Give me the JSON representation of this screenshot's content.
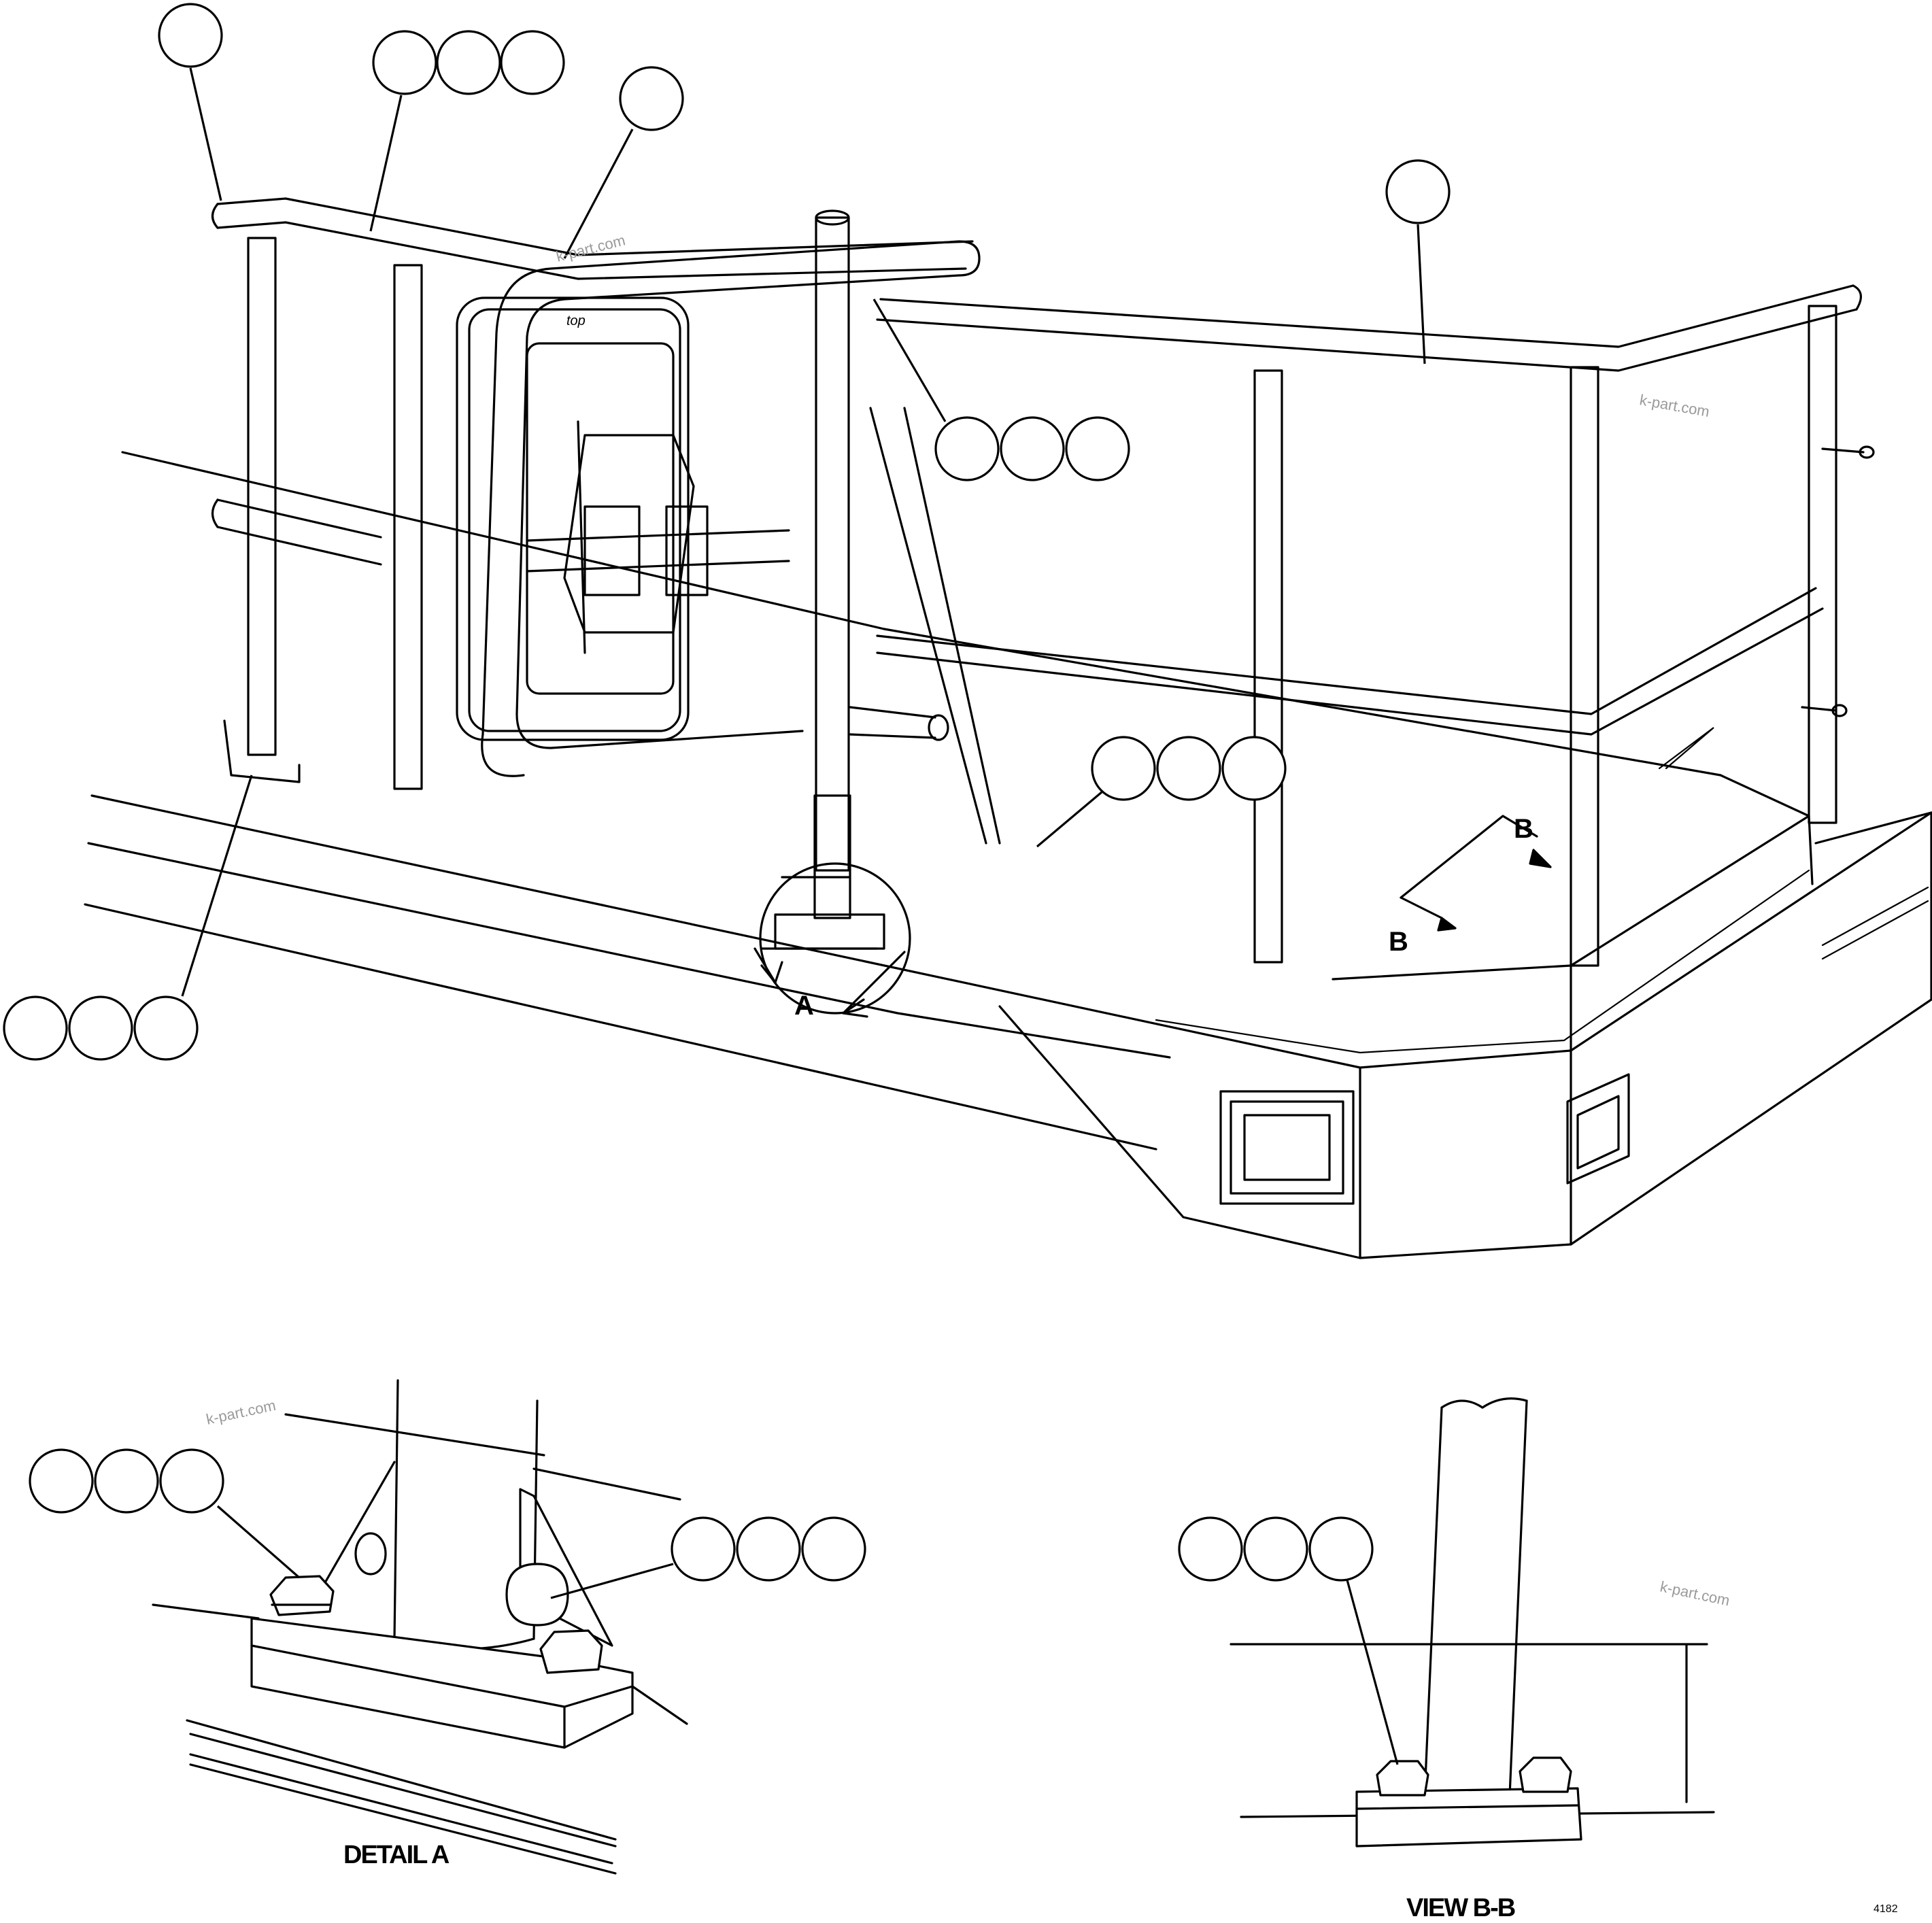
{
  "view_labels": {
    "detail_a_marker": "A",
    "section_b_start": "B",
    "section_b_end": "B",
    "detail_a_caption": "DETAIL A",
    "view_bb_caption": "VIEW B-B"
  },
  "watermarks": [
    "k-part.com",
    "k-part.com",
    "k-part.com",
    "k-part.com"
  ],
  "hatch_stamp": "top",
  "drawing_number": "4182"
}
